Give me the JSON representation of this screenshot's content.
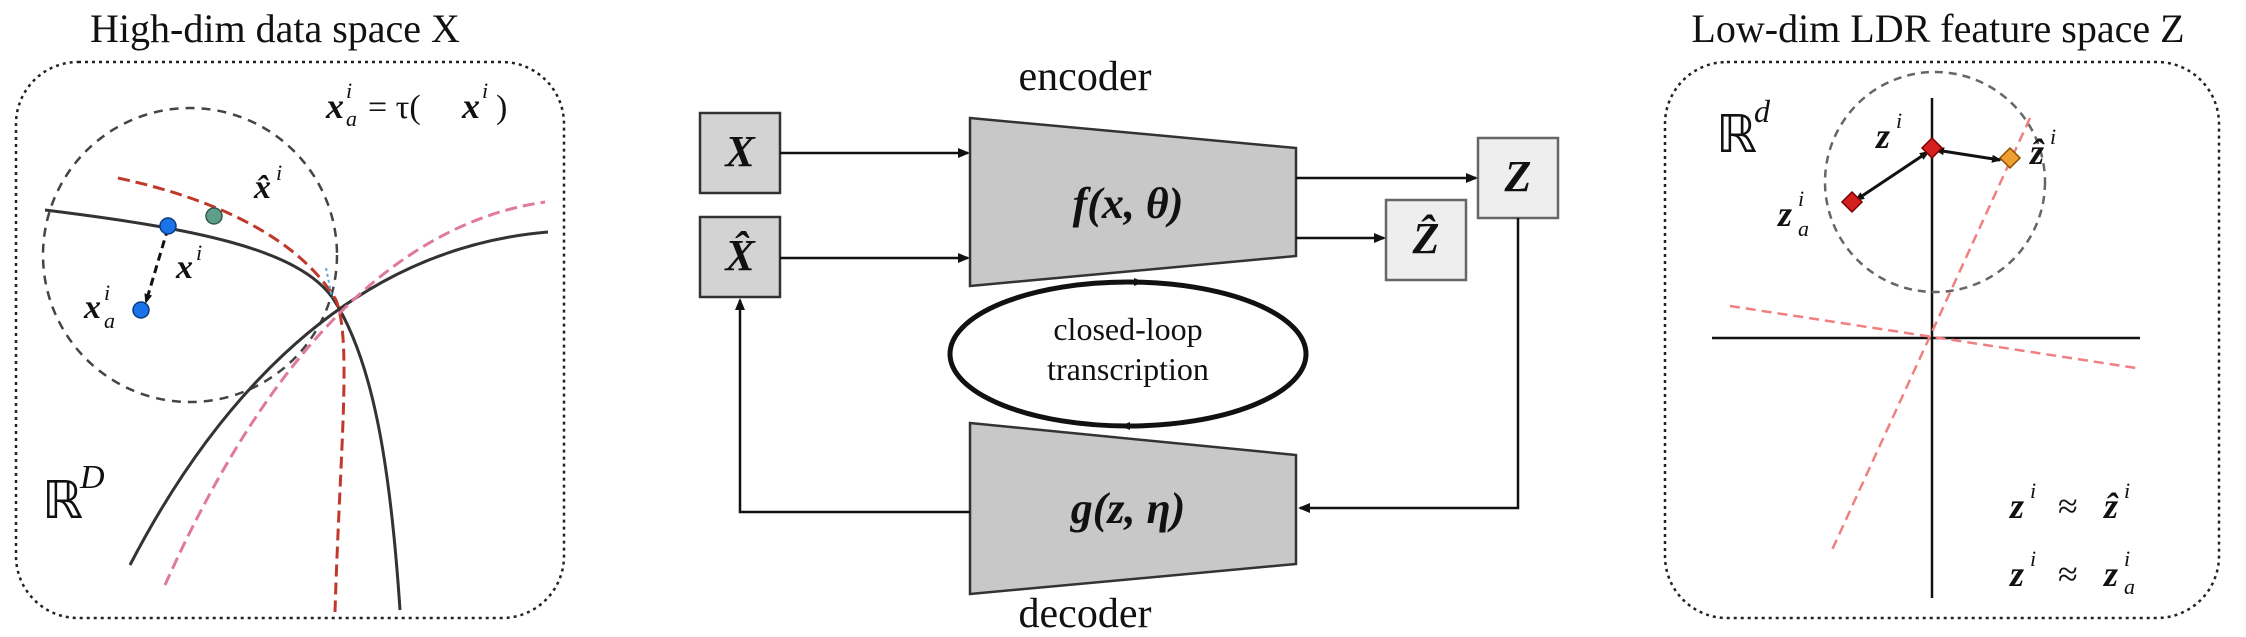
{
  "left_panel": {
    "title": "High-dim data space X",
    "aug_eq_lhs": "x",
    "aug_eq_sup": "i",
    "aug_eq_sub": "a",
    "aug_eq_rhs": "= τ(",
    "aug_eq_arg": "x",
    "aug_eq_arg_sup": "i",
    "aug_eq_close": ")",
    "point_hat_label": "x̂",
    "point_hat_sup": "i",
    "point_label": "x",
    "point_sup": "i",
    "point_aug_label": "x",
    "point_aug_sup": "i",
    "point_aug_sub": "a",
    "space_label": "ℝ",
    "space_sup": "D"
  },
  "middle": {
    "encoder_label": "encoder",
    "decoder_label": "decoder",
    "encoder_fn": "f(x, θ)",
    "decoder_fn": "g(z, η)",
    "box_x": "X",
    "box_xhat": "X̂",
    "box_z": "Z",
    "box_zhat": "Ẑ",
    "loop_line1": "closed-loop",
    "loop_line2": "transcription"
  },
  "right_panel": {
    "title": "Low-dim LDR feature space Z",
    "space_label": "ℝ",
    "space_sup": "d",
    "z_label": "z",
    "z_sup": "i",
    "zhat_label": "ẑ",
    "zhat_sup": "i",
    "za_label": "z",
    "za_sup": "i",
    "za_sub": "a",
    "eq1_lhs": "z",
    "eq1_sup": "i",
    "eq1_op": "≈",
    "eq1_rhs": "ẑ",
    "eq1_rhs_sup": "i",
    "eq2_lhs": "z",
    "eq2_sup": "i",
    "eq2_op": "≈",
    "eq2_rhs": "z",
    "eq2_rhs_sup": "i",
    "eq2_rhs_sub": "a"
  },
  "colors": {
    "box_fill": "#d3d3d3",
    "trapezoid_fill": "#c8c8c8",
    "point_blue": "#1a73e8",
    "point_teal": "#5f9e8a",
    "diamond_red": "#d62020",
    "diamond_orange": "#f0a030",
    "curve_dark": "#333333",
    "curve_red": "#c0392b",
    "curve_pink": "#e07a9a",
    "axis_dash_red": "#f08080"
  }
}
